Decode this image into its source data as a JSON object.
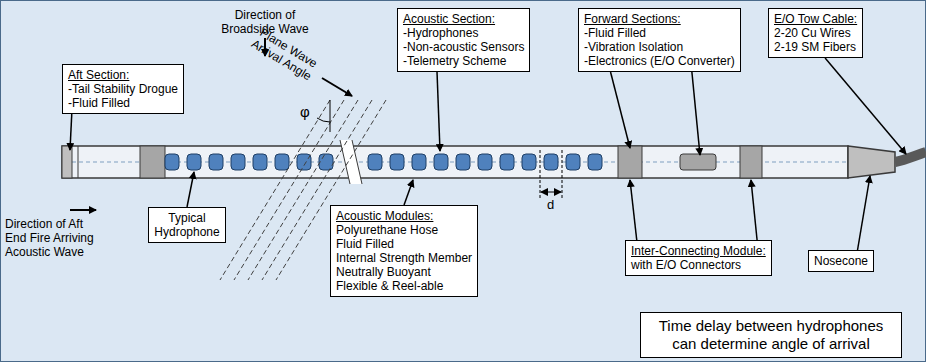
{
  "diagram": {
    "nodes": [
      {
        "text": [
          "Aft Section:",
          "-Tail Stability Drogue",
          "-Fluid Filled"
        ]
      },
      {
        "text": [
          "Acoustic Section:",
          "-Hydrophones",
          "-Non-acoustic Sensors",
          "-Telemetry Scheme"
        ]
      },
      {
        "text": [
          "Forward Sections:",
          "-Fluid Filled",
          "-Vibration Isolation",
          "-Electronics (E/O Converter)"
        ]
      },
      {
        "text": [
          "E/O Tow Cable:",
          "2-20 Cu Wires",
          "2-19 SM Fibers"
        ]
      },
      {
        "text": [
          "Typical Hydrophone"
        ]
      },
      {
        "text": [
          "Acoustic Modules:",
          "Polyurethane Hose",
          "Fluid Filled",
          "Internal Strength Member",
          "Neutrally Buoyant",
          "Flexible & Reel-able"
        ]
      },
      {
        "text": [
          "Inter-Connecting Module:",
          "with E/O Connectors"
        ]
      },
      {
        "text": [
          "Nosecone"
        ]
      },
      {
        "text": [
          "Time delay between hydrophones can determine angle of arrival"
        ]
      }
    ],
    "labels": [
      "Direction of Broadside Wave",
      "Plane Wave Arrival Angle",
      "φ",
      "Direction of Aft End Fire Arriving Acoustic Wave",
      "d"
    ]
  }
}
